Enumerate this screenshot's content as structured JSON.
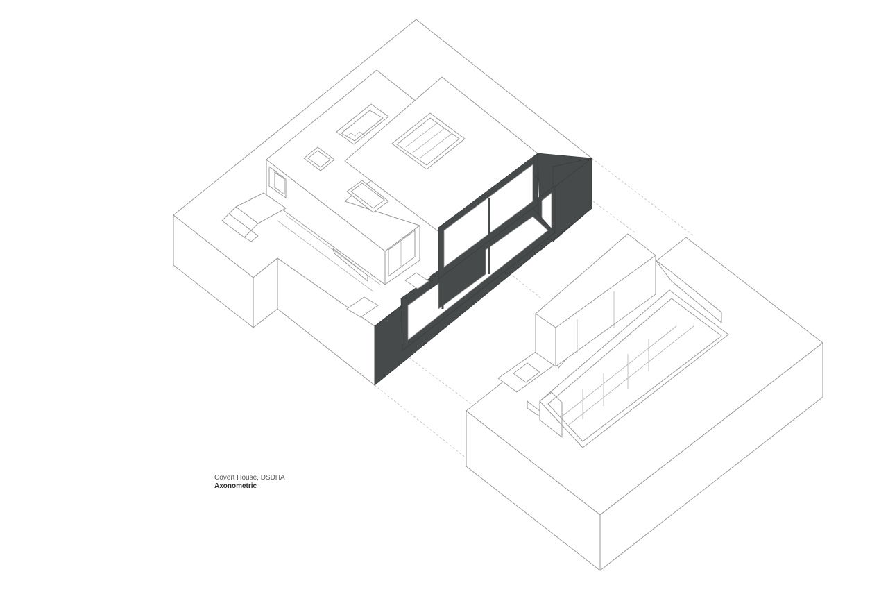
{
  "drawing": {
    "type": "axonometric architectural drawing",
    "colors": {
      "line": "#9a9a9a",
      "section_fill": "#474a4b",
      "background": "#ffffff"
    }
  },
  "caption": {
    "project": "Covert House, DSDHA",
    "view": "Axonometric"
  }
}
